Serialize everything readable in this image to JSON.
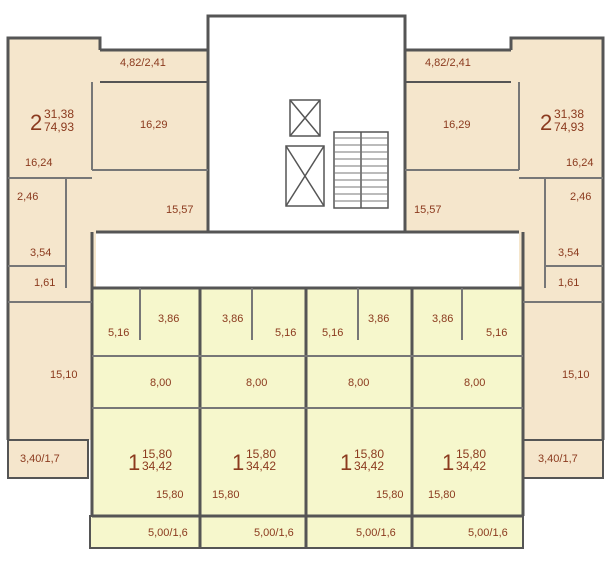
{
  "colors": {
    "two_room_fill": "#f5e6cc",
    "one_room_fill": "#f6f7cc",
    "common_fill": "#ffffff",
    "wall": "#555555",
    "label": "#8b3a1e"
  },
  "units": {
    "left_2room": {
      "rooms": "2",
      "living": "31,38",
      "total": "74,93"
    },
    "right_2room": {
      "rooms": "2",
      "living": "31,38",
      "total": "74,93"
    },
    "one_room": [
      {
        "rooms": "1",
        "living": "15,80",
        "total": "34,42"
      },
      {
        "rooms": "1",
        "living": "15,80",
        "total": "34,42"
      },
      {
        "rooms": "1",
        "living": "15,80",
        "total": "34,42"
      },
      {
        "rooms": "1",
        "living": "15,80",
        "total": "34,42"
      }
    ]
  },
  "areas": {
    "balcony_top_left": "4,82/2,41",
    "balcony_top_right": "4,82/2,41",
    "room_16_29_left": "16,29",
    "room_16_29_right": "16,29",
    "room_16_24_left": "16,24",
    "room_16_24_right": "16,24",
    "hall_2_46_left": "2,46",
    "hall_2_46_right": "2,46",
    "kitchen_15_57_left": "15,57",
    "kitchen_15_57_right": "15,57",
    "bath_3_54_left": "3,54",
    "bath_3_54_right": "3,54",
    "wc_1_61_left": "1,61",
    "wc_1_61_right": "1,61",
    "room_15_10_left": "15,10",
    "room_15_10_right": "15,10",
    "balcony_bottom_left": "3,40/1,7",
    "balcony_bottom_right": "3,40/1,7",
    "bath_3_86": [
      "3,86",
      "3,86",
      "3,86",
      "3,86"
    ],
    "hall_5_16": [
      "5,16",
      "5,16",
      "5,16",
      "5,16"
    ],
    "kitchen_8_00": [
      "8,00",
      "8,00",
      "8,00",
      "8,00"
    ],
    "room_15_80": [
      "15,80",
      "15,80",
      "15,80",
      "15,80"
    ],
    "balcony_5_00": [
      "5,00/1,6",
      "5,00/1,6",
      "5,00/1,6",
      "5,00/1,6"
    ]
  }
}
